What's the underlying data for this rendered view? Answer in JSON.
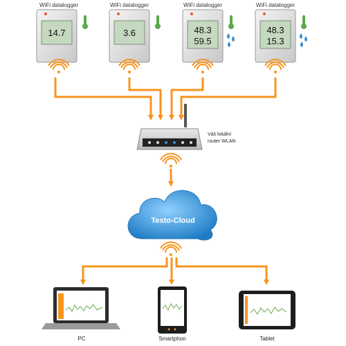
{
  "loggers": [
    {
      "label": "WiFi datalogger",
      "lines": [
        "14.7"
      ],
      "drops": false
    },
    {
      "label": "WiFi datalogger",
      "lines": [
        "3.6"
      ],
      "drops": false
    },
    {
      "label": "WiFi datalogger",
      "lines": [
        "48.3",
        "59.5"
      ],
      "drops": true
    },
    {
      "label": "WiFi datalogger",
      "lines": [
        "48.3",
        "15.3"
      ],
      "drops": true
    }
  ],
  "router": {
    "line1": "Váš lokální",
    "line2": "router WLAN"
  },
  "cloud": {
    "label": "Testo-Cloud"
  },
  "devices": {
    "pc": "PC",
    "phone": "Smartphon",
    "tablet": "Tablet"
  },
  "colors": {
    "accent": "#f7941d",
    "cloud": "#3a8fd0",
    "screen": "#c5d8c0",
    "device": "#222222"
  }
}
